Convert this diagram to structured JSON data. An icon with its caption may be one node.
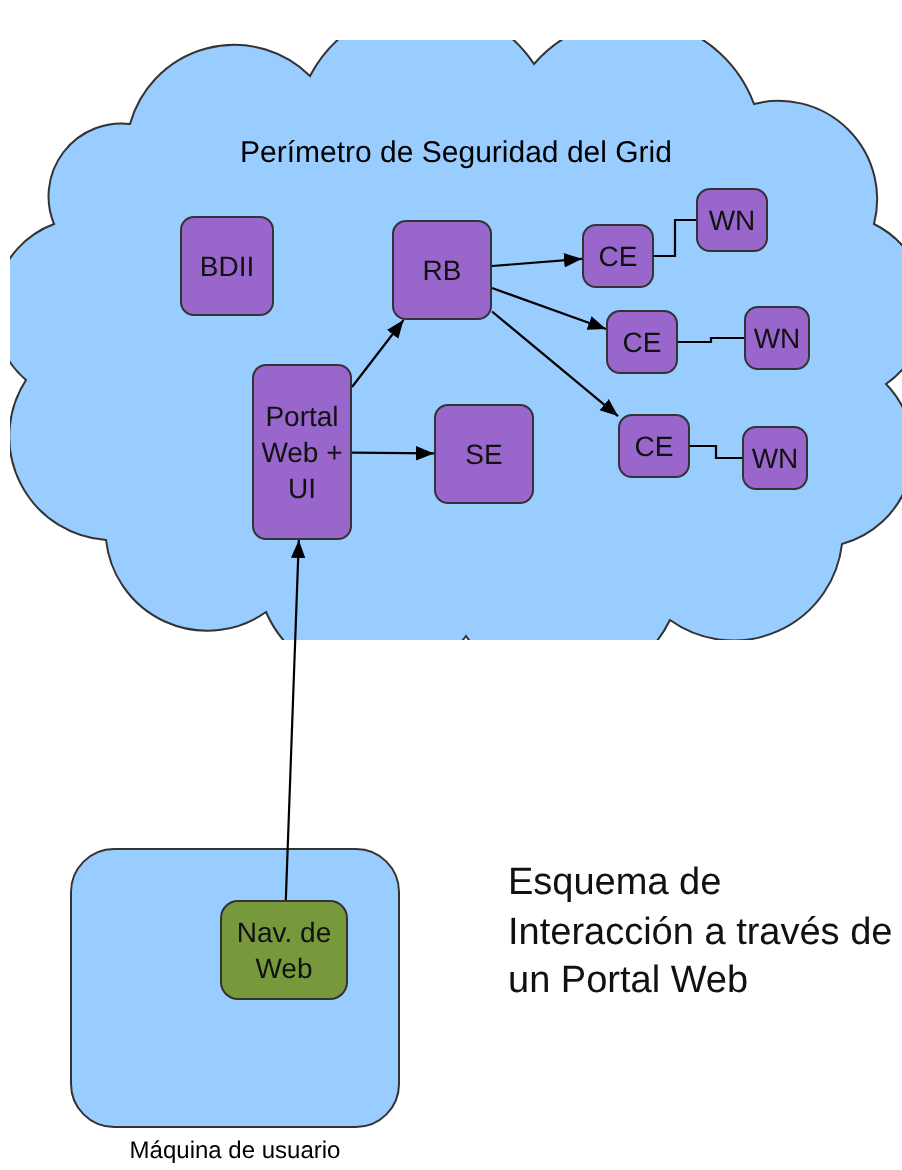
{
  "diagram": {
    "caption": "Esquema de Interacción a través de un Portal Web",
    "nodes": [
      {
        "text": [
          "Perímetro de Seguridad del Grid"
        ]
      },
      {
        "text": [
          "BDII"
        ],
        "in": 0
      },
      {
        "text": [
          "RB"
        ],
        "in": 0
      },
      {
        "text": [
          "Portal Web + UI"
        ],
        "in": 0
      },
      {
        "text": [
          "SE"
        ],
        "in": 0
      },
      {
        "text": [
          "CE"
        ],
        "in": 0
      },
      {
        "text": [
          "WN"
        ],
        "in": 0
      },
      {
        "text": [
          "CE"
        ],
        "in": 0
      },
      {
        "text": [
          "WN"
        ],
        "in": 0
      },
      {
        "text": [
          "CE"
        ],
        "in": 0
      },
      {
        "text": [
          "WN"
        ],
        "in": 0
      },
      {
        "text": [
          "Máquina de usuario"
        ]
      },
      {
        "text": [
          "Nav. de Web"
        ],
        "in": 11
      }
    ],
    "edges": [
      {
        "from": 12,
        "to": 3,
        "arrow": "to"
      },
      {
        "from": 3,
        "to": 2,
        "arrow": "to"
      },
      {
        "from": 3,
        "to": 4,
        "arrow": "to"
      },
      {
        "from": 2,
        "to": 5,
        "arrow": "to"
      },
      {
        "from": 2,
        "to": 7,
        "arrow": "to"
      },
      {
        "from": 2,
        "to": 9,
        "arrow": "to"
      },
      {
        "from": 5,
        "to": 6,
        "arrow": "none"
      },
      {
        "from": 7,
        "to": 8,
        "arrow": "none"
      },
      {
        "from": 9,
        "to": 10,
        "arrow": "none"
      }
    ]
  }
}
